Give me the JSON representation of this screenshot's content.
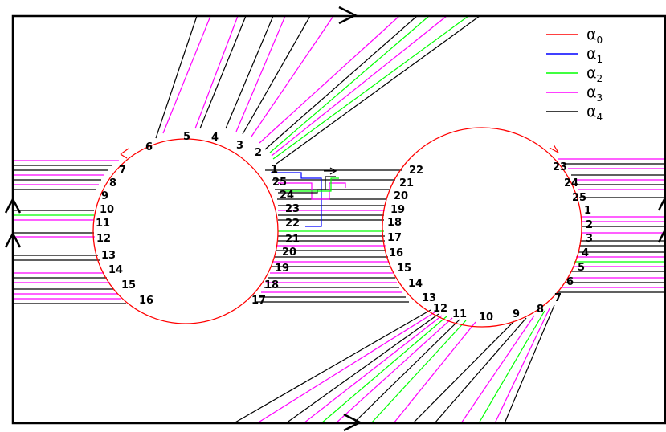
{
  "colors": {
    "alpha0": "#ff0000",
    "alpha1": "#0000ff",
    "alpha2": "#00ff00",
    "alpha3": "#ff00ff",
    "alpha4": "#000000",
    "frame": "#000000"
  },
  "legend": [
    {
      "base": "α",
      "sub": "0",
      "color_key": "alpha0"
    },
    {
      "base": "α",
      "sub": "1",
      "color_key": "alpha1"
    },
    {
      "base": "α",
      "sub": "2",
      "color_key": "alpha2"
    },
    {
      "base": "α",
      "sub": "3",
      "color_key": "alpha3"
    },
    {
      "base": "α",
      "sub": "4",
      "color_key": "alpha4"
    }
  ],
  "left_circle_labels": [
    "1",
    "2",
    "3",
    "4",
    "5",
    "6",
    "7",
    "8",
    "9",
    "10",
    "11",
    "12",
    "13",
    "14",
    "15",
    "16",
    "17",
    "18",
    "19",
    "20",
    "21",
    "22",
    "23",
    "24",
    "25"
  ],
  "right_circle_labels": [
    "23",
    "24",
    "25",
    "1",
    "2",
    "3",
    "4",
    "5",
    "6",
    "7",
    "8",
    "9",
    "10",
    "11",
    "12",
    "13",
    "14",
    "15",
    "16",
    "17",
    "18",
    "19",
    "20",
    "21",
    "22"
  ]
}
